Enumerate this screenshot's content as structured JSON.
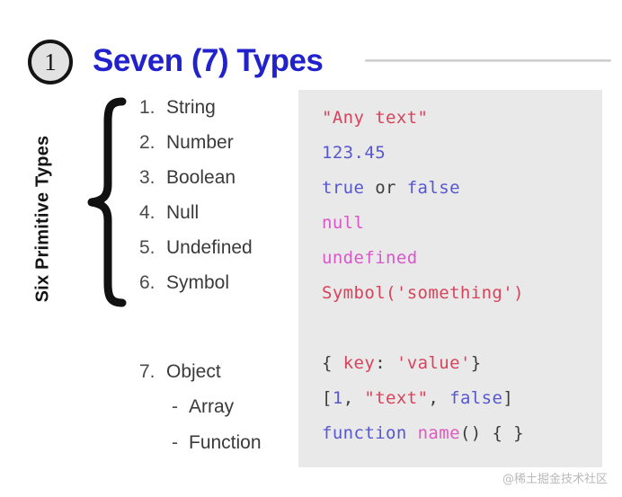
{
  "header": {
    "badge_number": "1",
    "title": "Seven (7) Types",
    "rule": "horizontal-rule"
  },
  "left": {
    "vertical_label": "Six Primitive Types",
    "brace": "left-curly-brace",
    "primitive_items": [
      {
        "num": "1.",
        "name": "String"
      },
      {
        "num": "2.",
        "name": "Number"
      },
      {
        "num": "3.",
        "name": "Boolean"
      },
      {
        "num": "4.",
        "name": "Null"
      },
      {
        "num": "5.",
        "name": "Undefined"
      },
      {
        "num": "6.",
        "name": "Symbol"
      }
    ],
    "object_item": {
      "num": "7.",
      "name": "Object"
    },
    "object_subitems": [
      {
        "dash": "-",
        "name": "Array"
      },
      {
        "dash": "-",
        "name": "Function"
      }
    ]
  },
  "code": {
    "primitive_examples": [
      {
        "tokens": [
          {
            "t": "\"Any text\"",
            "c": "str"
          }
        ]
      },
      {
        "tokens": [
          {
            "t": "123.45",
            "c": "num"
          }
        ]
      },
      {
        "tokens": [
          {
            "t": "true",
            "c": "bool"
          },
          {
            "t": " or ",
            "c": "plain"
          },
          {
            "t": "false",
            "c": "bool"
          }
        ]
      },
      {
        "tokens": [
          {
            "t": "null",
            "c": "null"
          }
        ]
      },
      {
        "tokens": [
          {
            "t": "undefined",
            "c": "null"
          }
        ]
      },
      {
        "tokens": [
          {
            "t": "Symbol('something')",
            "c": "str"
          }
        ]
      }
    ],
    "object_examples": [
      {
        "tokens": [
          {
            "t": "{ ",
            "c": "punct"
          },
          {
            "t": "key",
            "c": "str"
          },
          {
            "t": ": ",
            "c": "punct"
          },
          {
            "t": "'value'",
            "c": "str"
          },
          {
            "t": "}",
            "c": "punct"
          }
        ]
      },
      {
        "tokens": [
          {
            "t": "[",
            "c": "punct"
          },
          {
            "t": "1",
            "c": "num"
          },
          {
            "t": ", ",
            "c": "punct"
          },
          {
            "t": "\"text\"",
            "c": "str"
          },
          {
            "t": ", ",
            "c": "punct"
          },
          {
            "t": "false",
            "c": "bool"
          },
          {
            "t": "]",
            "c": "punct"
          }
        ]
      },
      {
        "tokens": [
          {
            "t": "function",
            "c": "kw"
          },
          {
            "t": " ",
            "c": "plain"
          },
          {
            "t": "name",
            "c": "fn"
          },
          {
            "t": "() { }",
            "c": "punct"
          }
        ]
      }
    ]
  },
  "watermark": "@稀土掘金技术社区",
  "colors": {
    "title": "#2222cc",
    "panel_bg": "#e9e9e9",
    "string": "#d8435c",
    "number": "#5757cf",
    "boolean": "#5757cf",
    "nullish": "#d957c9",
    "keyword": "#5757cf",
    "function": "#e05ac0",
    "punctuation": "#3c3c3c"
  }
}
